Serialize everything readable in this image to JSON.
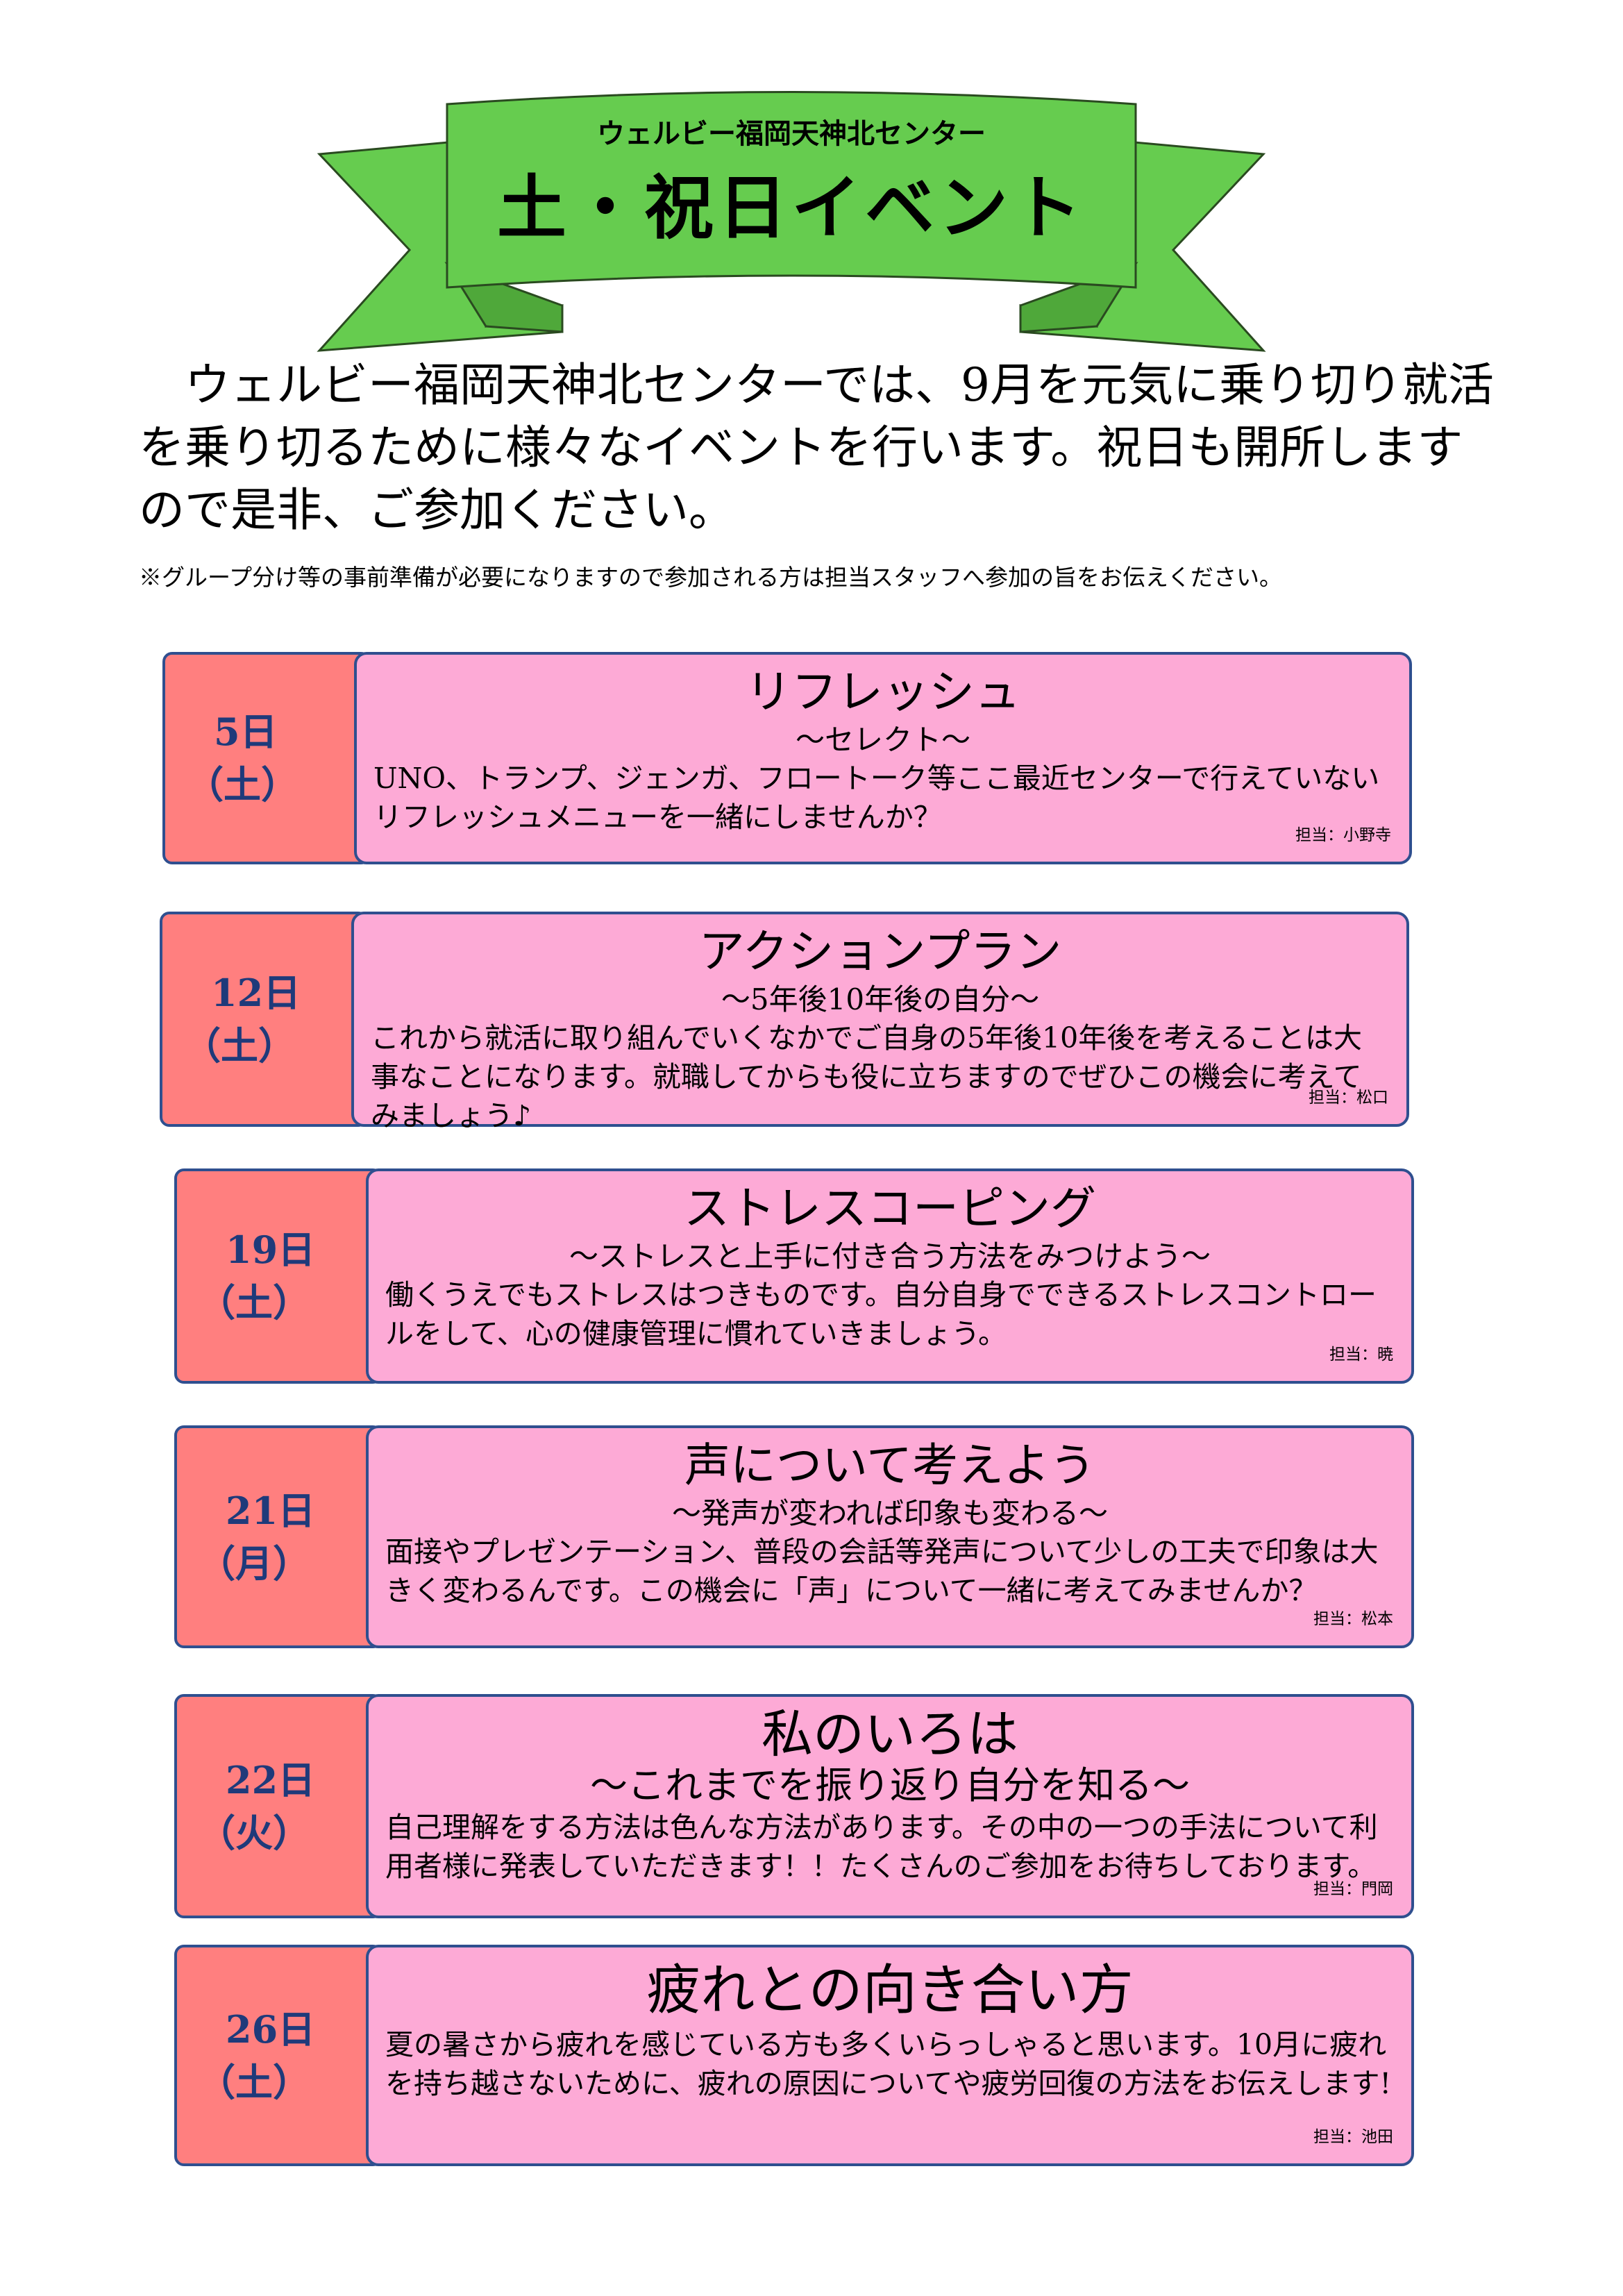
{
  "banner": {
    "subtitle": "ウェルビー福岡天神北センター",
    "title": "土・祝日イベント",
    "color": "#66cc4f"
  },
  "intro": "ウェルビー福岡天神北センターでは、9月を元気に乗り切り就活を乗り切るために様々なイベントを行います。祝日も開所しますので是非、ご参加ください。",
  "note": "※グループ分け等の事前準備が必要になりますので参加される方は担当スタッフへ参加の旨をお伝えください。",
  "events": [
    {
      "day": "5日",
      "weekday": "（土）",
      "title": "リフレッシュ",
      "subtitle": "～セレクト～",
      "description": "UNO、トランプ、ジェンガ、フロートーク等ここ最近センターで行えていないリフレッシュメニューを一緒にしませんか？",
      "staff": "担当：小野寺"
    },
    {
      "day": "12日",
      "weekday": "（土）",
      "title": "アクションプラン",
      "subtitle": "～5年後10年後の自分～",
      "description": "これから就活に取り組んでいくなかでご自身の5年後10年後を考えることは大事なことになります。就職してからも役に立ちますのでぜひこの機会に考えてみましょう♪",
      "staff": "担当：松口"
    },
    {
      "day": "19日",
      "weekday": "（土）",
      "title": "ストレスコーピング",
      "subtitle": "～ストレスと上手に付き合う方法をみつけよう～",
      "description": "働くうえでもストレスはつきものです。自分自身でできるストレスコントロールをして、心の健康管理に慣れていきましょう。",
      "staff": "担当：暁"
    },
    {
      "day": "21日",
      "weekday": "（月）",
      "title": "声について考えよう",
      "subtitle": "～発声が変われば印象も変わる～",
      "description": "面接やプレゼンテーション、普段の会話等発声について少しの工夫で印象は大きく変わるんです。この機会に「声」について一緒に考えてみませんか？",
      "staff": "担当：松本"
    },
    {
      "day": "22日",
      "weekday": "（火）",
      "title": "私のいろは",
      "subtitle": "～これまでを振り返り自分を知る～",
      "description": "自己理解をする方法は色んな方法があります。その中の一つの手法について利用者様に発表していただきます！！たくさんのご参加をお待ちしております。",
      "staff": "担当：門岡"
    },
    {
      "day": "26日",
      "weekday": "（土）",
      "title": "疲れとの向き合い方",
      "description": "夏の暑さから疲れを感じている方も多くいらっしゃると思います。10月に疲れを持ち越さないために、疲れの原因についてや疲労回復の方法をお伝えします!",
      "staff": "担当：池田"
    }
  ]
}
